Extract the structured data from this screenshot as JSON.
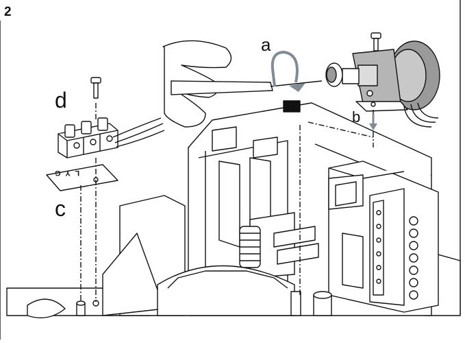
{
  "figure": {
    "number": "2"
  },
  "labels": {
    "a": "a",
    "b": "b",
    "c": "c",
    "d": "d"
  },
  "terminal_marking": "L Y G",
  "colors": {
    "arrow": "#7f8c96",
    "line": "#111111",
    "knob": "#9a9a9a",
    "tag": "#111111"
  }
}
